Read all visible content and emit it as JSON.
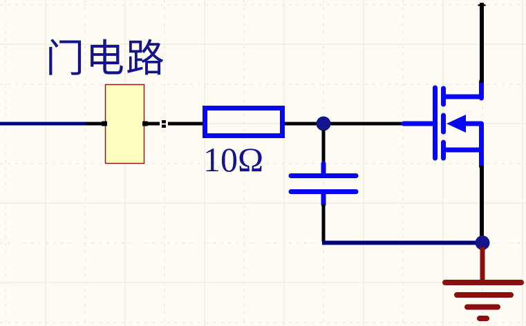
{
  "schematic": {
    "labels": {
      "gate_circuit": "门电路",
      "resistor_value": "10Ω"
    },
    "components": [
      {
        "name": "gate-circuit-box",
        "type": "part-body",
        "label": "门电路"
      },
      {
        "name": "gate-resistor",
        "type": "resistor",
        "value": "10Ω"
      },
      {
        "name": "gate-capacitor",
        "type": "capacitor"
      },
      {
        "name": "nmos-transistor",
        "type": "n-channel-mosfet"
      },
      {
        "name": "power-ground",
        "type": "ground-symbol"
      }
    ]
  },
  "colors": {
    "background": "#FDFBF4",
    "grid_solid": "#ECE6D8",
    "grid_dashed": "#EAE4D4",
    "wire_black": "#000000",
    "wire_navy": "#00007E",
    "component_blue": "#0707F0",
    "text_navy": "#14148C",
    "junction_navy": "#14148C",
    "ground_red": "#8A0F0F",
    "box_fill": "#FFFFC0",
    "box_border": "#8B1A1A"
  }
}
